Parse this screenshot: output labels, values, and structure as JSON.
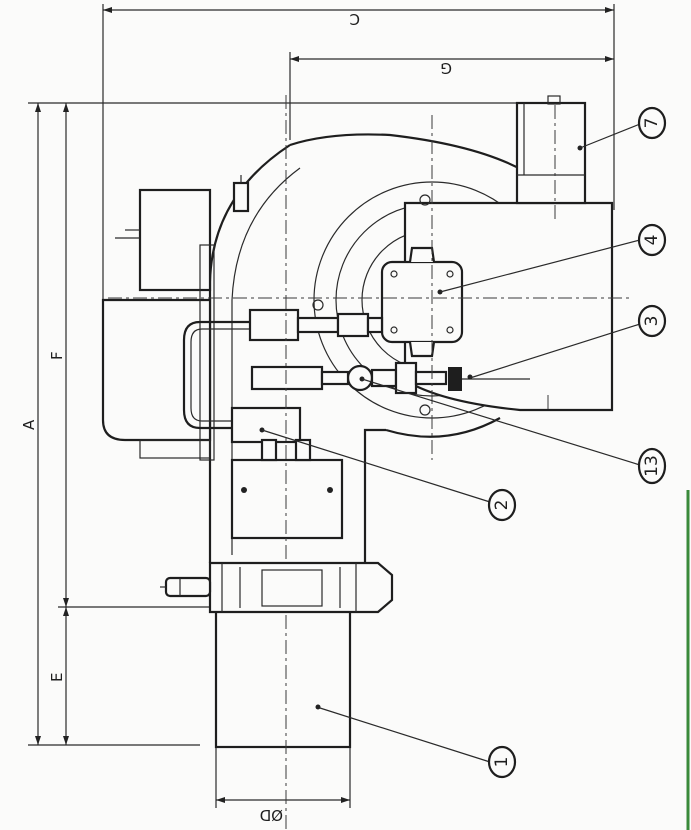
{
  "dimensions": {
    "A": "A",
    "C": "C",
    "E": "E",
    "F": "F",
    "G": "G",
    "OD": "ØD"
  },
  "callouts": {
    "c1": "1",
    "c2": "2",
    "c3": "3",
    "c4": "4",
    "c7": "7",
    "c13": "13"
  }
}
